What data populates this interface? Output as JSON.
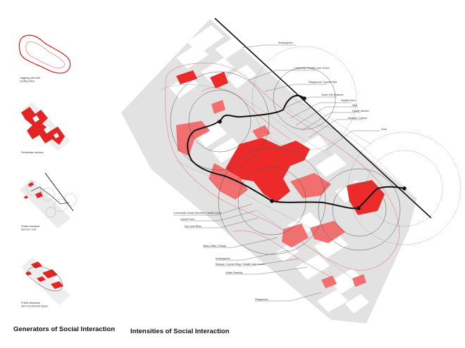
{
  "left_panel": {
    "title": "Generators of Social Interaction",
    "captions": [
      [
        "Jogging path and",
        "cycling track"
      ],
      [
        "Pedestrian surface"
      ],
      [
        "Public transport",
        "and sun roof"
      ],
      [
        "Public attraction",
        "and commercial space"
      ]
    ]
  },
  "main_panel": {
    "title": "Intensities of Social Interaction",
    "right_labels": [
      "Kindergarten",
      "Carpentry / Health Care Centre",
      "Playground / Sports Field",
      "Smart City Museum",
      "Reptile Farm",
      "Well",
      "Goatie Garden",
      "Mosque / Library",
      "Souk"
    ],
    "left_labels": [
      "Community House (Nursery / Health Care)",
      "Camel Farm",
      "Dry Land River",
      "Sales Office / Realty",
      "Kindergarten",
      "Mosque / Corner Shop / Health Care Centre",
      "Urban Farming",
      "Playground"
    ]
  },
  "colors": {
    "accent_red": "#ec2a2a",
    "ground_grey": "#e2e2e2",
    "line_black": "#111111"
  }
}
